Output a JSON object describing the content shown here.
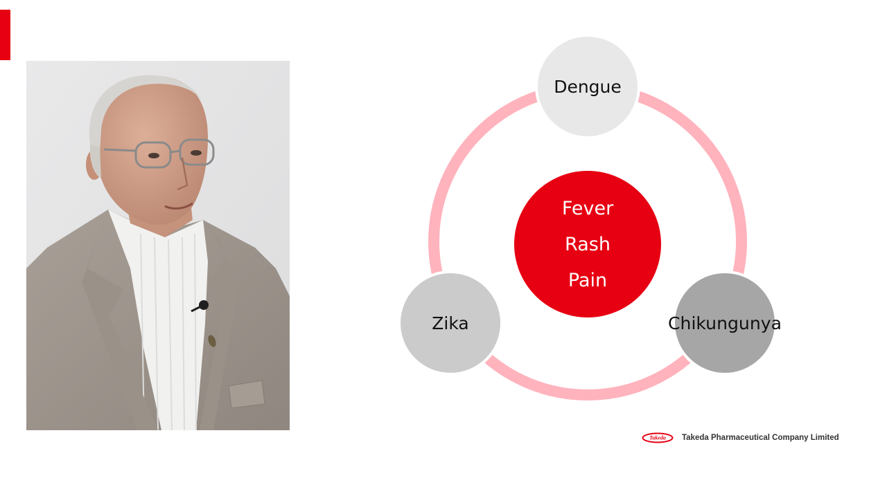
{
  "theme": {
    "accent": "#e60012",
    "ring": "#ffb3bd",
    "dengue_fill": "#e8e8e8",
    "zika_fill": "#cbcbcb",
    "chikungunya_fill": "#a6a6a6"
  },
  "speaker": {
    "photo_alt": "Man in gray suit jacket with glasses speaking"
  },
  "diagram": {
    "center": {
      "lines": [
        "Fever",
        "Rash",
        "Pain"
      ]
    },
    "nodes": {
      "dengue": "Dengue",
      "zika": "Zika",
      "chikungunya": "Chikungunya"
    }
  },
  "footer": {
    "logo_text": "Takeda",
    "company": "Takeda Pharmaceutical Company Limited"
  }
}
